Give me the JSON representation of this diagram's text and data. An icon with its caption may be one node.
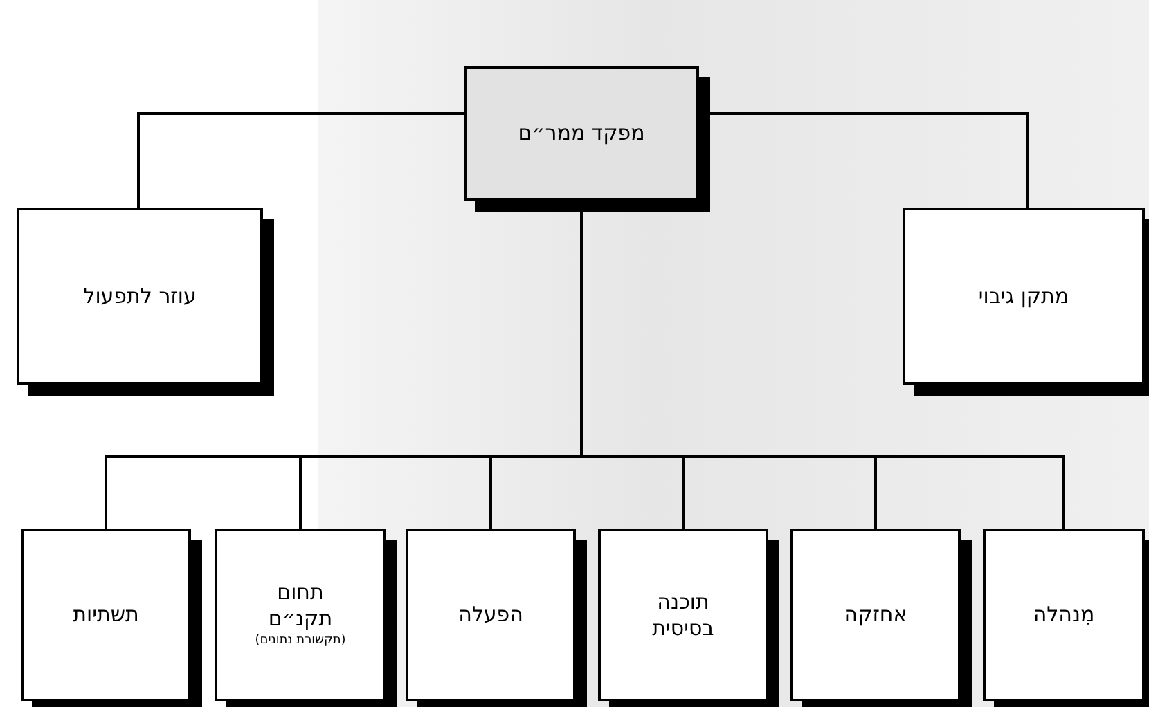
{
  "diagram": {
    "nodes": [
      {
        "text": [
          "מפקד ממר״ם"
        ]
      },
      {
        "text": [
          "מתקן גיבוי"
        ]
      },
      {
        "text": [
          "עוזר לתפעול"
        ]
      },
      {
        "text": [
          "מִנהלה"
        ]
      },
      {
        "text": [
          "אחזקה"
        ]
      },
      {
        "text": [
          "תוכנה בסיסית"
        ]
      },
      {
        "text": [
          "הפעלה"
        ]
      },
      {
        "text": [
          "תחום תקנ״ם",
          "(תקשורת נתונים)"
        ]
      },
      {
        "text": [
          "תשתיות"
        ]
      }
    ],
    "edges": [
      {
        "from": 0,
        "to": 1,
        "arrow": "none"
      },
      {
        "from": 0,
        "to": 2,
        "arrow": "none"
      },
      {
        "from": 0,
        "to": 3,
        "arrow": "none"
      },
      {
        "from": 0,
        "to": 4,
        "arrow": "none"
      },
      {
        "from": 0,
        "to": 5,
        "arrow": "none"
      },
      {
        "from": 0,
        "to": 6,
        "arrow": "none"
      },
      {
        "from": 0,
        "to": 7,
        "arrow": "none"
      },
      {
        "from": 0,
        "to": 8,
        "arrow": "none"
      }
    ]
  }
}
